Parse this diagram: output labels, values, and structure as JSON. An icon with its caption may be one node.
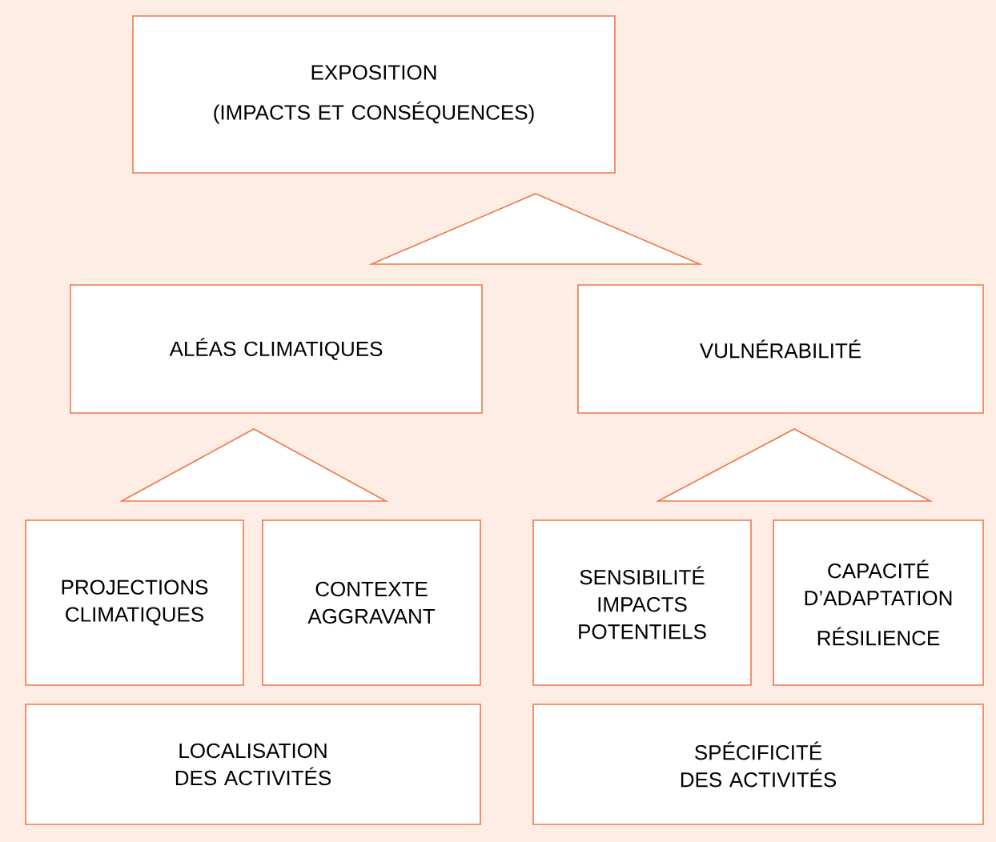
{
  "diagram": {
    "nodes": [
      {
        "text": [
          "EXPOSITION",
          "(IMPACTS ET CONSÉQUENCES)"
        ]
      },
      {
        "text": [],
        "shape": "triangle"
      },
      {
        "text": [
          "ALÉAS CLIMATIQUES"
        ]
      },
      {
        "text": [
          "VULNÉRABILITÉ"
        ]
      },
      {
        "text": [],
        "shape": "triangle"
      },
      {
        "text": [],
        "shape": "triangle"
      },
      {
        "text": [
          "PROJECTIONS CLIMATIQUES"
        ]
      },
      {
        "text": [
          "CONTEXTE AGGRAVANT"
        ]
      },
      {
        "text": [
          "SENSIBILITÉ IMPACTS POTENTIELS"
        ]
      },
      {
        "text": [
          "CAPACITÉ D’ADAPTATION",
          "RÉSILIENCE"
        ]
      },
      {
        "text": [
          "LOCALISATION DES ACTIVITÉS"
        ]
      },
      {
        "text": [
          "SPÉCIFICITÉ DES ACTIVITÉS"
        ]
      }
    ],
    "edges": []
  }
}
